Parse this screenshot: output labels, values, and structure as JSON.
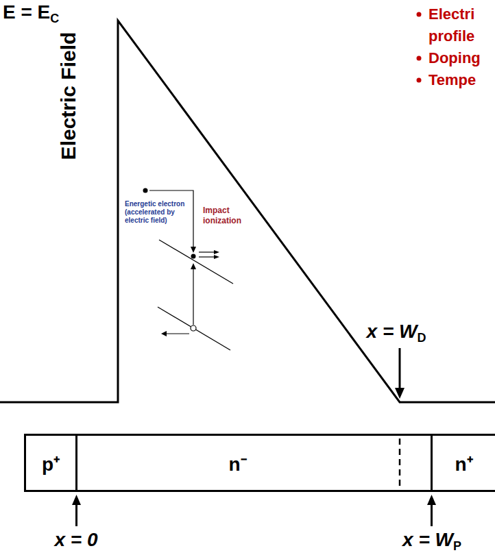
{
  "diagram": {
    "nodes": [
      {
        "text": [
          "p⁺"
        ]
      },
      {
        "text": [
          "n⁻"
        ]
      },
      {
        "text": [
          "n⁺"
        ]
      }
    ],
    "labels": [
      "E = E",
      "C",
      "Electric Field",
      "Electri",
      "profile",
      "Doping",
      "Tempe",
      "Energetic electron (accelerated by electric field)",
      "Impact ionization",
      "x = W",
      "D",
      "x = 0",
      "x = W",
      "P"
    ]
  }
}
